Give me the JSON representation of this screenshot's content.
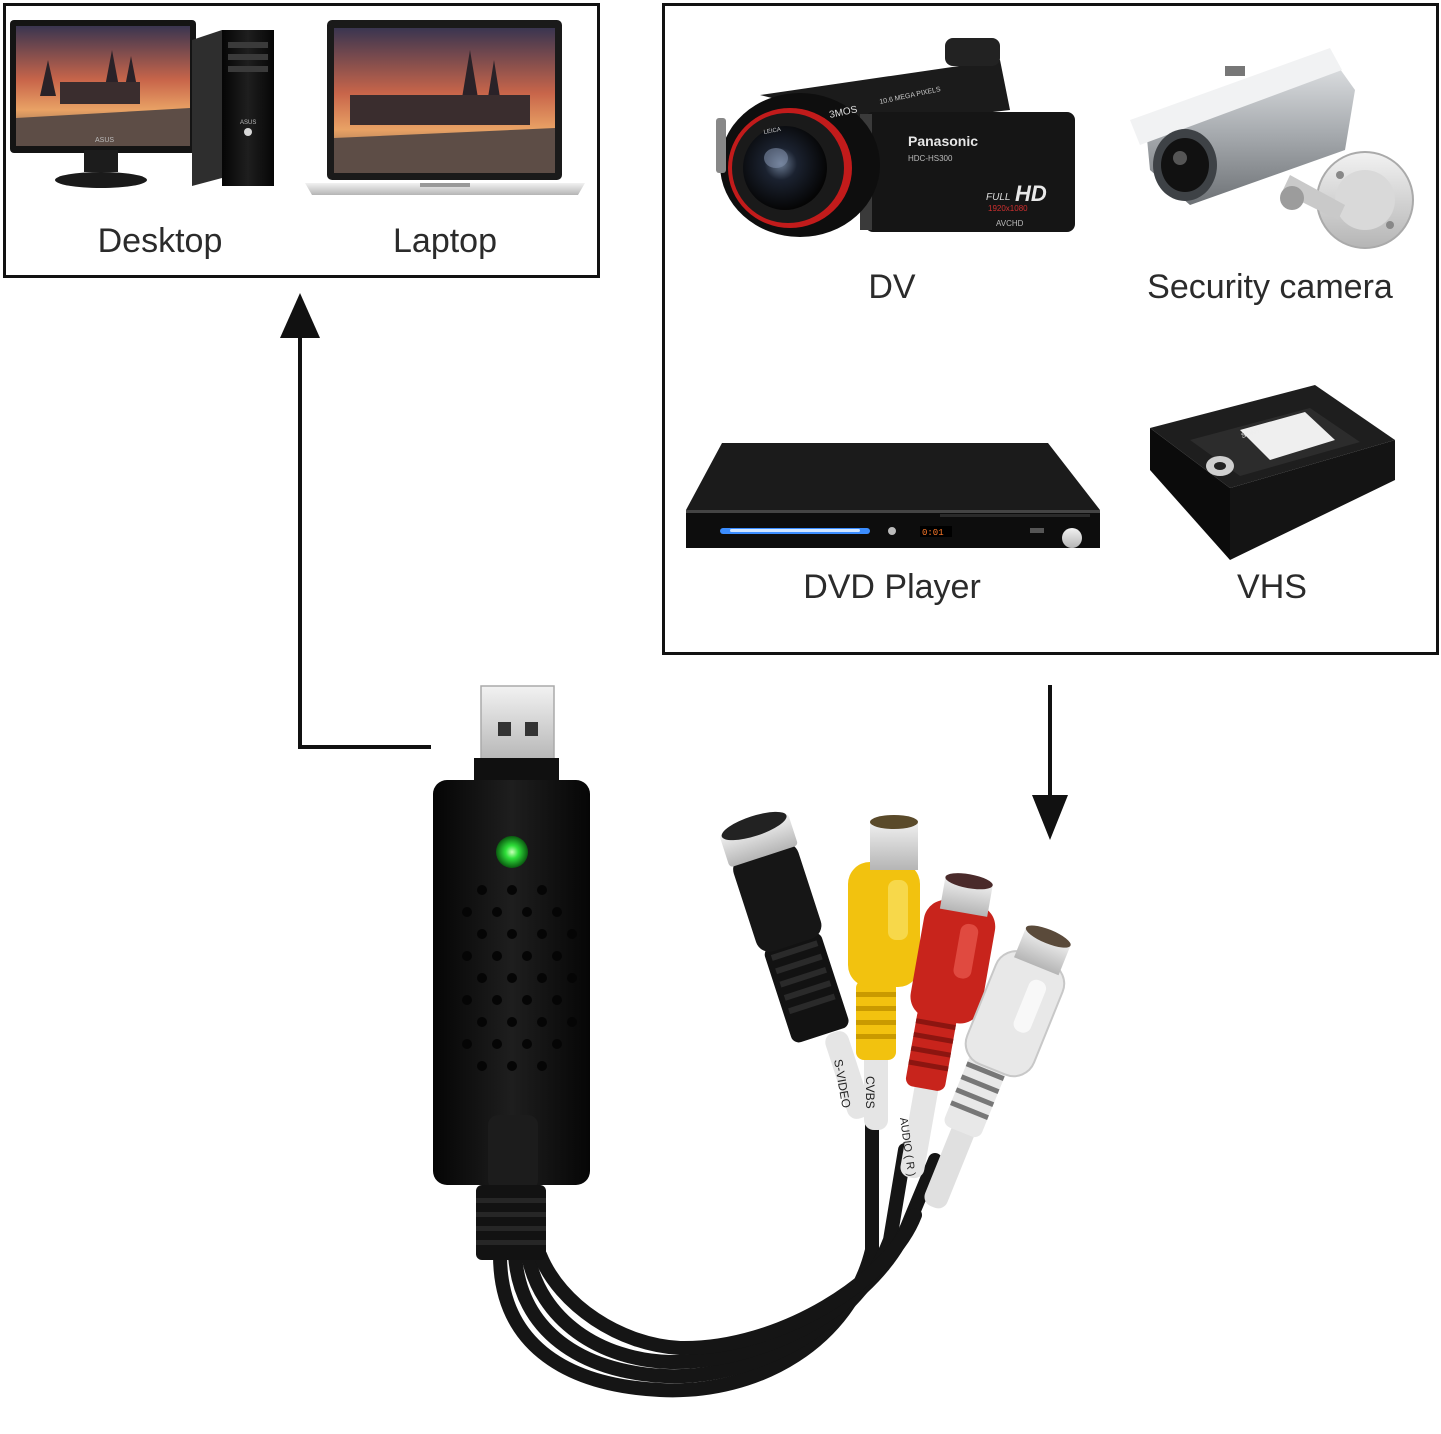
{
  "outputs_panel": {
    "items": [
      {
        "label": "Desktop",
        "icon": "desktop-computer-icon"
      },
      {
        "label": "Laptop",
        "icon": "laptop-icon"
      }
    ]
  },
  "sources_panel": {
    "items": [
      {
        "label": "DV",
        "icon": "camcorder-icon"
      },
      {
        "label": "Security camera",
        "icon": "security-camera-icon"
      },
      {
        "label": "DVD Player",
        "icon": "dvd-player-icon"
      },
      {
        "label": "VHS",
        "icon": "vhs-tape-icon"
      }
    ]
  },
  "device_markings": {
    "monitor_brand": "ASUS",
    "tower_brand": "ASUS",
    "camcorder_brand": "Panasonic",
    "camcorder_model": "HDC-HS300",
    "camcorder_hd_prefix": "FULL",
    "camcorder_hd": "HD",
    "camcorder_resolution": "1920x1080",
    "camcorder_format": "AVCHD",
    "camcorder_sensor": "3MOS",
    "camcorder_pixels": "10.6 MEGA PIXELS",
    "camcorder_lens": "LEICA",
    "dvd_display": "0:01",
    "vhs_brand": "SONY"
  },
  "cable_labels": {
    "svideo": "S-VIDEO",
    "cvbs": "CVBS",
    "audio": "AUDIO ( R )"
  },
  "colors": {
    "border": "#111111",
    "led": "#2fe03a",
    "rca_yellow": "#f2c20f",
    "rca_red": "#c8241c",
    "rca_white": "#e8e8e8"
  }
}
